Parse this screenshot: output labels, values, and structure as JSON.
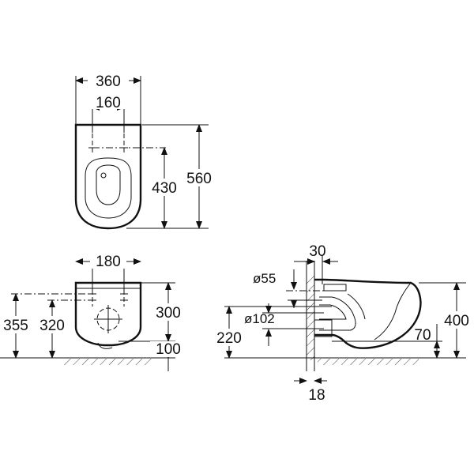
{
  "top_view": {
    "overall_width": "360",
    "fixing_centres": "160",
    "fixing_depth": "430",
    "overall_length": "560"
  },
  "front_view": {
    "fixing_spacing": "180",
    "height_355": "355",
    "height_320": "320",
    "height_300": "300",
    "height_100": "100"
  },
  "side_view": {
    "wall_offset": "30",
    "inlet_diameter": "ø55",
    "outlet_diameter": "ø102",
    "outlet_height": "220",
    "rim_height": "400",
    "outlet_depth": "70",
    "wall_thickness": "18"
  }
}
